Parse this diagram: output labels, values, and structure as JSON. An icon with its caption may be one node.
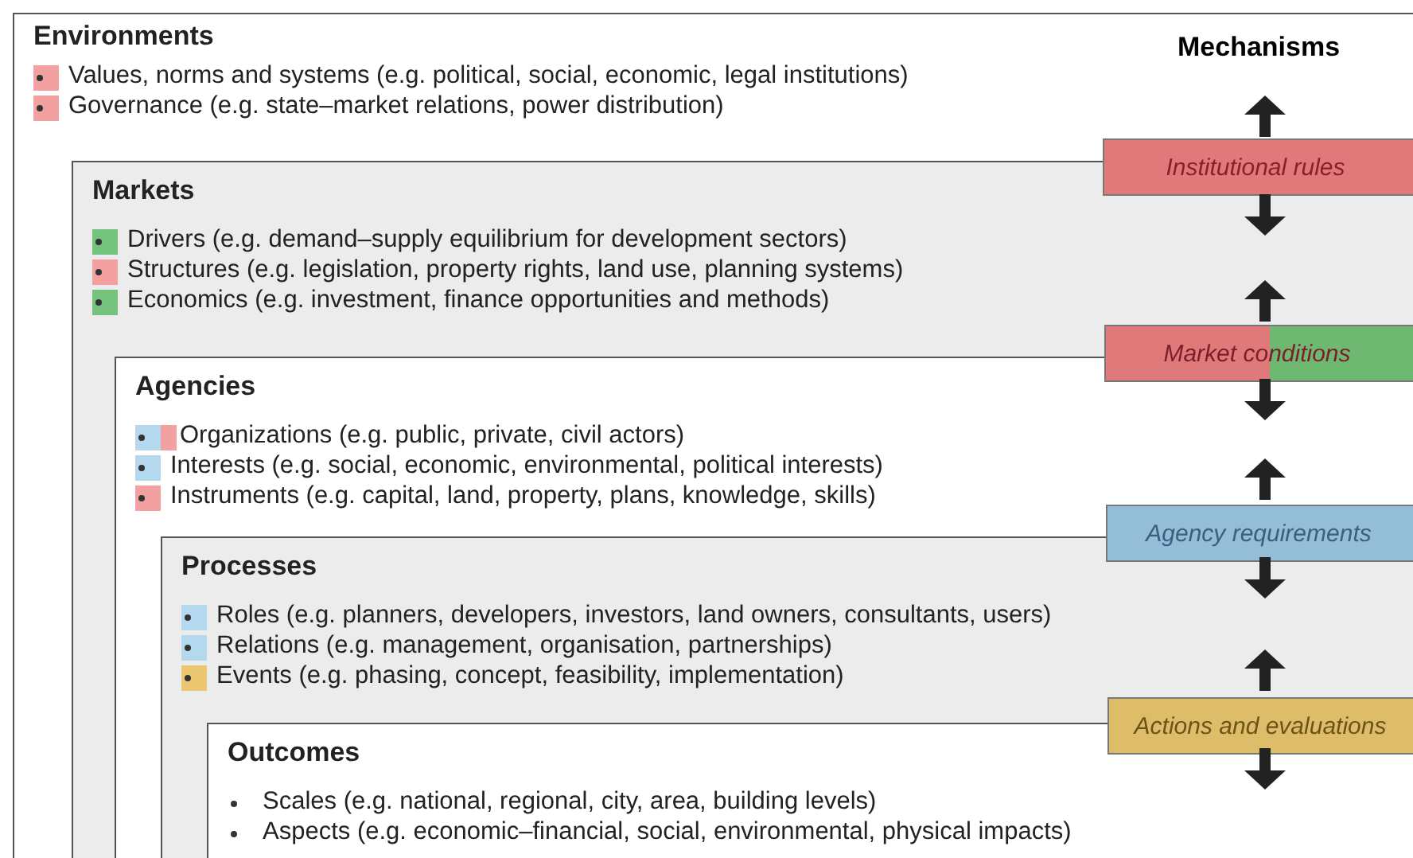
{
  "diagram": {
    "nodes": [
      {
        "text": [
          "Environments",
          "Values, norms and systems (e.g. political, social, economic, legal institutions)",
          "Governance (e.g. state–market relations, power distribution)"
        ]
      },
      {
        "text": [
          "Markets",
          "Drivers (e.g. demand–supply equilibrium for development sectors)",
          "Structures (e.g. legislation, property rights, land use, planning systems)",
          "Economics (e.g. investment, finance opportunities and methods)"
        ],
        "in": 0
      },
      {
        "text": [
          "Agencies",
          "Organizations (e.g. public, private, civil actors)",
          "Interests (e.g. social, economic, environmental, political interests)",
          "Instruments (e.g. capital, land, property, plans, knowledge, skills)"
        ],
        "in": 1
      },
      {
        "text": [
          "Processes",
          "Roles (e.g. planners, developers, investors, land owners, consultants, users)",
          "Relations (e.g. management, organisation, partnerships)",
          "Events (e.g. phasing, concept, feasibility, implementation)"
        ],
        "in": 2
      },
      {
        "text": [
          "Outcomes",
          "Scales (e.g. national, regional, city, area, building levels)",
          "Aspects (e.g. economic–financial, social, environmental, physical impacts)"
        ],
        "in": 3
      },
      {
        "text": [
          "Institutional rules"
        ],
        "in": 0
      },
      {
        "text": [
          "Market conditions"
        ],
        "in": 1
      },
      {
        "text": [
          "Agency requirements"
        ],
        "in": 2
      },
      {
        "text": [
          "Actions and evaluations"
        ],
        "in": 3
      }
    ],
    "edges": [],
    "labels": [
      "Mechanisms"
    ]
  }
}
